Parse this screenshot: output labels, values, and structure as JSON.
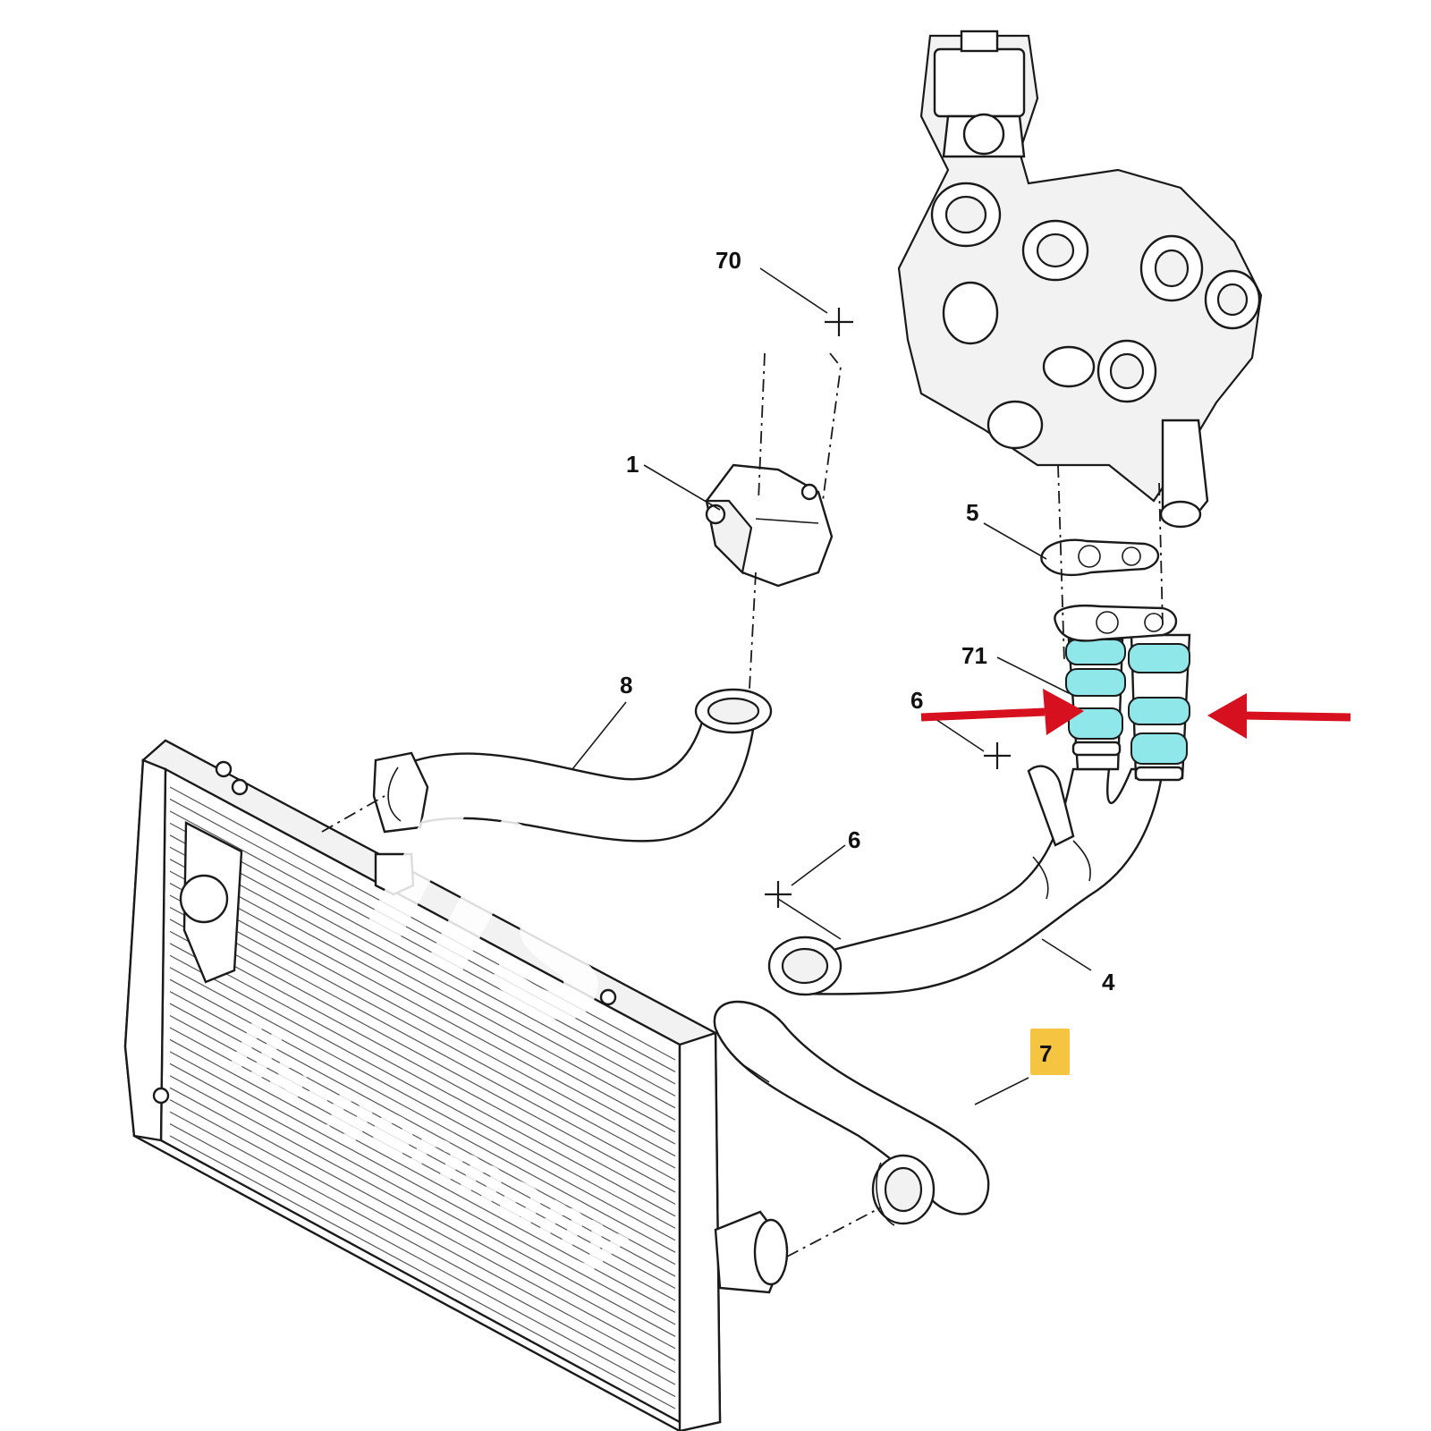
{
  "callouts": {
    "c70": "70",
    "c1": "1",
    "c5": "5",
    "c71": "71",
    "c6a": "6",
    "c6b": "6",
    "c8": "8",
    "c4": "4",
    "c7": "7"
  },
  "highlight": {
    "part_label_fill": "#f5c542",
    "hose_fill": "#8fe7ea",
    "arrow_color": "#d7101f"
  },
  "watermark": {
    "logo": "lls",
    "text": "lls-germany",
    "registered": "®"
  }
}
